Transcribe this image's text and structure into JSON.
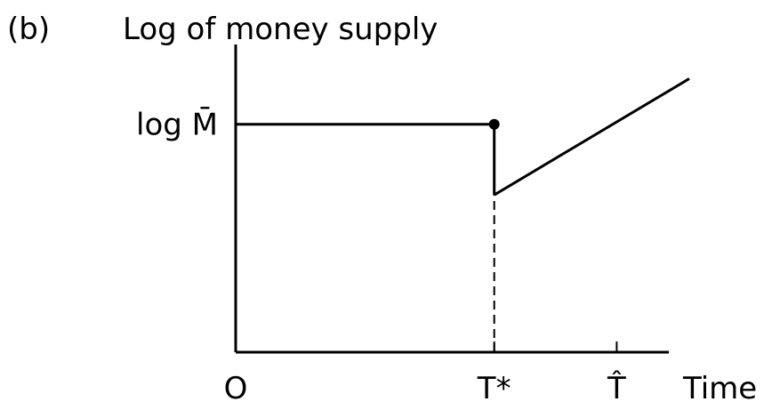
{
  "panel_label": "(b)",
  "chart_data": {
    "type": "line",
    "ylabel": "Log of money supply",
    "xlabel": "Time",
    "x_ticks": [
      {
        "label": "O",
        "x": 0
      },
      {
        "label": "T*",
        "x": 0.57
      },
      {
        "label": "T̂",
        "x": 0.84
      }
    ],
    "y_ticks": [
      {
        "label": "log M̄",
        "y": 1.0
      }
    ],
    "xlim": [
      0,
      1
    ],
    "ylim": [
      0,
      1.35
    ],
    "series": [
      {
        "points": [
          [
            0,
            1.0
          ],
          [
            0.57,
            1.0
          ]
        ],
        "end_marker": true
      },
      {
        "points": [
          [
            0.57,
            0.69
          ],
          [
            1.0,
            1.2
          ]
        ]
      }
    ],
    "guide_lines": [
      {
        "x": 0.57,
        "y0": 0,
        "y1": 0.69,
        "style": "dashed"
      }
    ],
    "colors": {
      "line": "#000000"
    }
  }
}
